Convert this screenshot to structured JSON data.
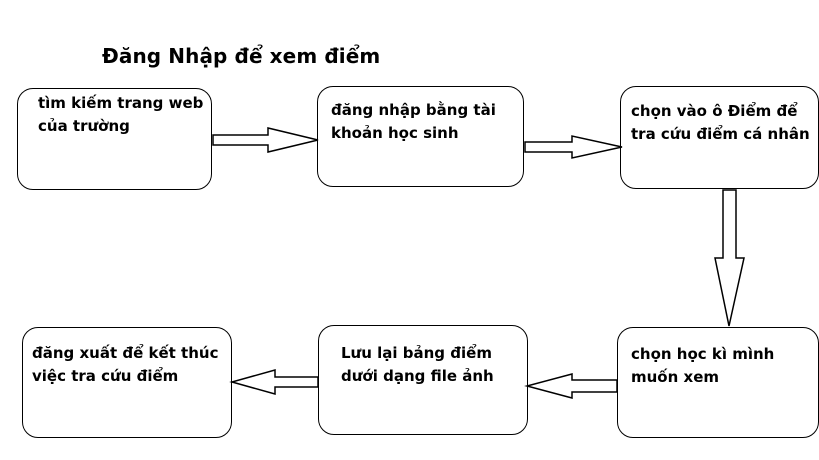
{
  "title": "Đăng Nhập để xem điểm",
  "steps": [
    {
      "text": "tìm kiếm trang web\ncủa trường"
    },
    {
      "text": "đăng nhập bằng tài\nkhoản học sinh"
    },
    {
      "text": "chọn vào ô Điểm để\ntra cứu điểm cá nhân"
    },
    {
      "text": "chọn học kì mình\nmuốn xem"
    },
    {
      "text": "Lưu lại bảng điểm\ndưới dạng file ảnh"
    },
    {
      "text": "đăng xuất để kết thúc\nviệc tra cứu điểm"
    }
  ]
}
